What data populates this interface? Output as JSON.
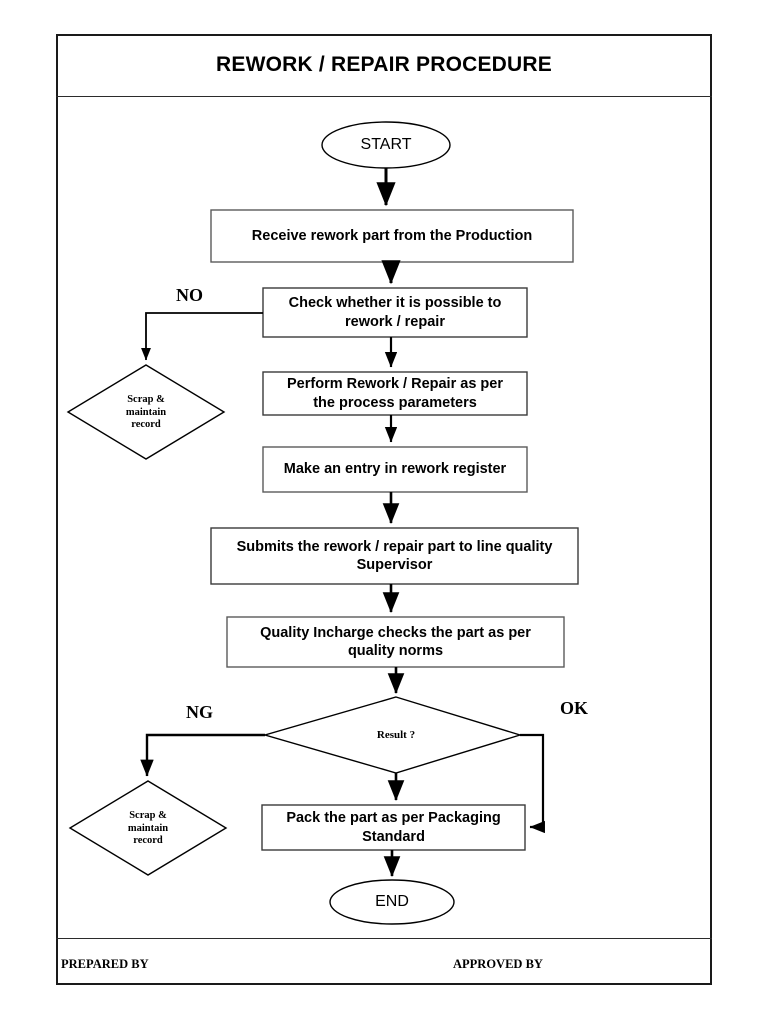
{
  "document": {
    "title": "REWORK / REPAIR PROCEDURE",
    "footer": {
      "prepared_by": "PREPARED BY",
      "approved_by": "APPROVED BY"
    }
  },
  "flowchart": {
    "type": "flowchart",
    "orientation": "top-to-bottom",
    "nodes": {
      "start": {
        "label": "START",
        "shape": "ellipse"
      },
      "receive": {
        "label": "Receive rework part from the Production",
        "shape": "rectangle"
      },
      "check": {
        "label": "Check whether it is possible to rework / repair",
        "shape": "rectangle"
      },
      "scrap_top": {
        "label": "Scrap & maintain record",
        "shape": "diamond"
      },
      "perform": {
        "label": "Perform Rework / Repair as per the process parameters",
        "shape": "rectangle"
      },
      "register": {
        "label": "Make an entry in rework register",
        "shape": "rectangle"
      },
      "submit": {
        "label": "Submits the rework / repair part to line quality Supervisor",
        "shape": "rectangle"
      },
      "inspect": {
        "label": "Quality Incharge checks the part as per quality norms",
        "shape": "rectangle"
      },
      "result": {
        "label": "Result ?",
        "shape": "diamond"
      },
      "scrap_bottom": {
        "label": "Scrap & maintain record",
        "shape": "diamond"
      },
      "pack": {
        "label": "Pack the part as per Packaging Standard",
        "shape": "rectangle"
      },
      "end": {
        "label": "END",
        "shape": "ellipse"
      }
    },
    "node_lines": {
      "receive": [
        "Receive rework part from the Production"
      ],
      "check": [
        "Check whether it is possible to",
        "rework / repair"
      ],
      "perform": [
        "Perform Rework / Repair as per",
        "the process parameters"
      ],
      "register": [
        "Make an entry in rework register"
      ],
      "submit": [
        "Submits the rework / repair part to line quality",
        "Supervisor"
      ],
      "inspect": [
        "Quality Incharge checks the part as per",
        "quality norms"
      ],
      "pack": [
        "Pack the part as per Packaging",
        "Standard"
      ],
      "scrap": [
        "Scrap &",
        "maintain",
        "record"
      ]
    },
    "branch_labels": {
      "no": "NO",
      "ng": "NG",
      "ok": "OK"
    },
    "edges": [
      {
        "from": "start",
        "to": "receive",
        "label": ""
      },
      {
        "from": "receive",
        "to": "check",
        "label": ""
      },
      {
        "from": "check",
        "to": "scrap_top",
        "label": "NO"
      },
      {
        "from": "check",
        "to": "perform",
        "label": ""
      },
      {
        "from": "perform",
        "to": "register",
        "label": ""
      },
      {
        "from": "register",
        "to": "submit",
        "label": ""
      },
      {
        "from": "submit",
        "to": "inspect",
        "label": ""
      },
      {
        "from": "inspect",
        "to": "result",
        "label": ""
      },
      {
        "from": "result",
        "to": "scrap_bottom",
        "label": "NG"
      },
      {
        "from": "result",
        "to": "pack",
        "label": "OK"
      },
      {
        "from": "pack",
        "to": "end",
        "label": ""
      }
    ]
  },
  "colors": {
    "stroke": "#000000",
    "frame": "#1a1a1a",
    "box_border": "#555555",
    "background": "#ffffff"
  }
}
